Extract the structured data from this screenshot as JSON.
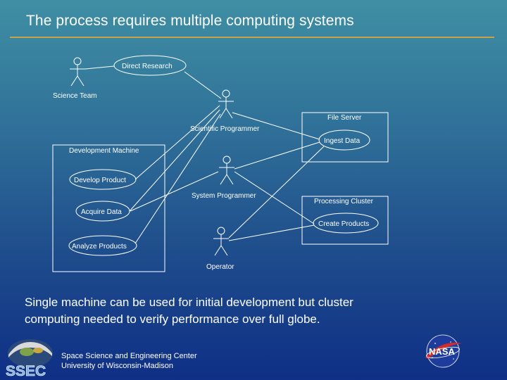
{
  "slide": {
    "title": "The process requires multiple computing systems",
    "caption_line1": "Single machine can be used for initial development but cluster",
    "caption_line2": "computing needed to verify performance over full globe.",
    "footer_line1": "Space Science and Engineering Center",
    "footer_line2": "University of Wisconsin-Madison"
  },
  "diagram": {
    "actors": {
      "science_team": "Science Team",
      "scientific_programmer": "Scientific Programmer",
      "system_programmer": "System Programmer",
      "operator": "Operator"
    },
    "systems": {
      "development_machine": "Development Machine",
      "file_server": "File Server",
      "processing_cluster": "Processing Cluster"
    },
    "use_cases": {
      "direct_research": "Direct Research",
      "develop_product": "Develop Product",
      "acquire_data": "Acquire Data",
      "analyze_products": "Analyze Products",
      "ingest_data": "Ingest Data",
      "create_products": "Create Products"
    }
  },
  "logos": {
    "ssec_text": "SSEC",
    "nasa_text": "NASA"
  },
  "colors": {
    "background_top": "#3f8fa4",
    "background_bottom": "#0f2f86",
    "title_rule": "#c8a24a",
    "diagram_lines": "#ffffff"
  }
}
